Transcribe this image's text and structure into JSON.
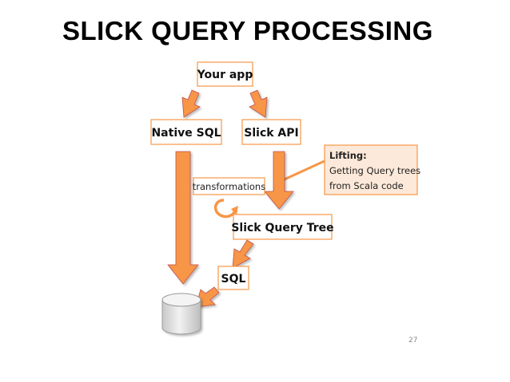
{
  "slide": {
    "title": "SLICK QUERY PROCESSING",
    "page_number": "27"
  },
  "nodes": {
    "your_app": "Your app",
    "native_sql": "Native SQL",
    "slick_api": "Slick API",
    "slick_query_tree": "Slick Query Tree",
    "sql": "SQL",
    "transformations": "transformations"
  },
  "callout": {
    "heading": "Lifting:",
    "line1": "Getting Query trees",
    "line2": "from Scala code"
  },
  "colors": {
    "arrow_fill": "#F79646",
    "arrow_stroke": "#C0504D",
    "box_border": "#F79646",
    "callout_fill": "#FDE9D9",
    "database_fill": "#E8E8E8"
  },
  "icons": {
    "database": "database-cylinder-icon",
    "loop": "loop-arrow-icon"
  }
}
